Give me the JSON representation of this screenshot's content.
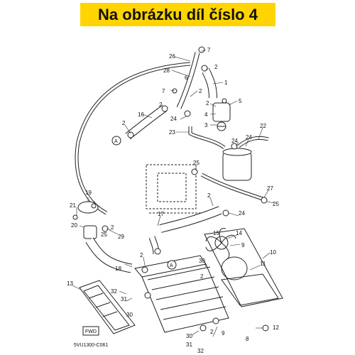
{
  "banner": {
    "text": "Na obrázku díl číslo 4",
    "color": "#ffd400"
  },
  "diagram": {
    "code": "5VU1300-C061",
    "fwd_tag": "FWD",
    "ref_marker": "A",
    "part_labels": [
      "1",
      "2",
      "2",
      "2",
      "2",
      "2",
      "2",
      "2",
      "2",
      "2",
      "2",
      "3",
      "4",
      "5",
      "6",
      "7",
      "7",
      "8",
      "9",
      "10",
      "11",
      "12",
      "13",
      "14",
      "15",
      "16",
      "17",
      "18",
      "19",
      "20",
      "21",
      "22",
      "23",
      "24",
      "24",
      "24",
      "25",
      "25",
      "25",
      "26",
      "27",
      "28",
      "29",
      "30",
      "30",
      "31",
      "31",
      "32",
      "32"
    ]
  }
}
